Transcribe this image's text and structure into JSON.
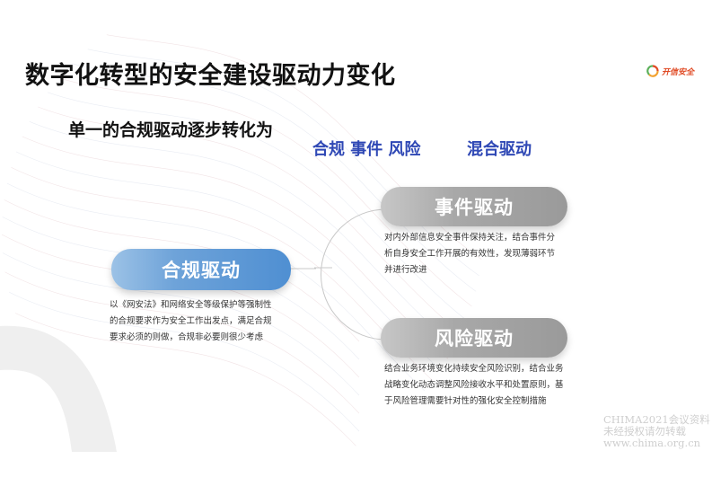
{
  "slide": {
    "title": "数字化转型的安全建设驱动力变化",
    "logo": {
      "icon": "ring-logo-icon",
      "text": "开信安全"
    },
    "subtitle": "单一的合规驱动逐步转化为",
    "drivers_line": "合规 事件 风险",
    "mixed_label": "混合驱动",
    "colors": {
      "accent_blue": "#2f48b5",
      "pill_blue": "#5b97d5",
      "pill_gray": "#a8a8a8",
      "logo_orange": "#e04a24"
    }
  },
  "nodes": {
    "compliance": {
      "label": "合规驱动",
      "lines": [
        "以《网安法》和网络安全等级保护等强制性",
        "的合规要求作为安全工作出发点，满足合规",
        "要求必须的则做，合规非必要则很少考虑"
      ]
    },
    "event": {
      "label": "事件驱动",
      "lines": [
        "对内外部信息安全事件保持关注，结合事件分",
        "析自身安全工作开展的有效性，发现薄弱环节",
        "并进行改进"
      ]
    },
    "risk": {
      "label": "风险驱动",
      "lines": [
        "结合业务环境变化持续安全风险识别，结合业务",
        "战略变化动态调整风险接收水平和处置原则，基",
        "于风险管理需要针对性的强化安全控制措施"
      ]
    }
  },
  "watermark": {
    "lines": [
      "CHIMA2021会议资料",
      "未经授权请勿转载",
      "www.chima.org.cn"
    ]
  }
}
